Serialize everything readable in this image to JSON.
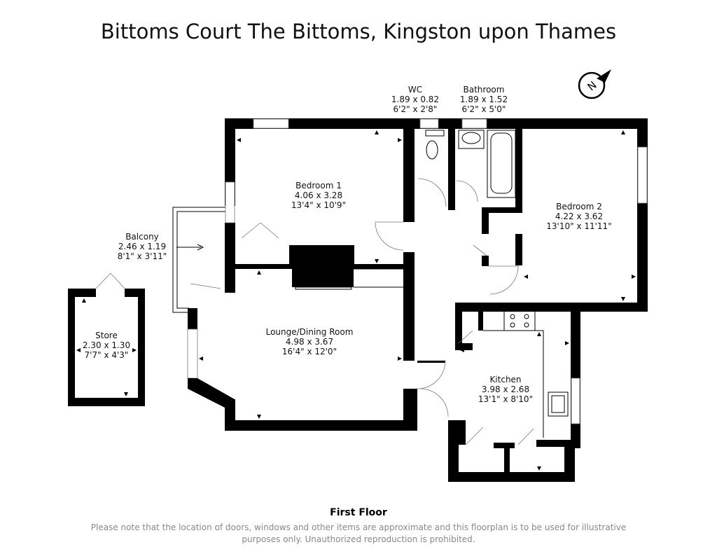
{
  "title": "Bittoms Court The Bittoms, Kingston upon Thames",
  "floor_label": "First Floor",
  "disclaimer": "Please note that the location of doors, windows and other items are approximate and this floorplan is to be used for illustrative purposes only. Unauthorized reproduction is prohibited.",
  "compass": {
    "icon": "north-compass-icon",
    "letter": "N"
  },
  "rooms": {
    "wc": {
      "name": "WC",
      "metric": "1.89 x 0.82",
      "imperial": "6'2\" x 2'8\""
    },
    "bathroom": {
      "name": "Bathroom",
      "metric": "1.89 x 1.52",
      "imperial": "6'2\" x 5'0\""
    },
    "bedroom1": {
      "name": "Bedroom 1",
      "metric": "4.06 x 3.28",
      "imperial": "13'4\" x 10'9\""
    },
    "bedroom2": {
      "name": "Bedroom 2",
      "metric": "4.22 x 3.62",
      "imperial": "13'10\" x 11'11\""
    },
    "balcony": {
      "name": "Balcony",
      "metric": "2.46 x 1.19",
      "imperial": "8'1\" x 3'11\""
    },
    "store": {
      "name": "Store",
      "metric": "2.30 x 1.30",
      "imperial": "7'7\" x 4'3\""
    },
    "lounge": {
      "name": "Lounge/Dining Room",
      "metric": "4.98 x 3.67",
      "imperial": "16'4\" x 12'0\""
    },
    "kitchen": {
      "name": "Kitchen",
      "metric": "3.98 x 2.68",
      "imperial": "13'1\" x 8'10\""
    }
  }
}
